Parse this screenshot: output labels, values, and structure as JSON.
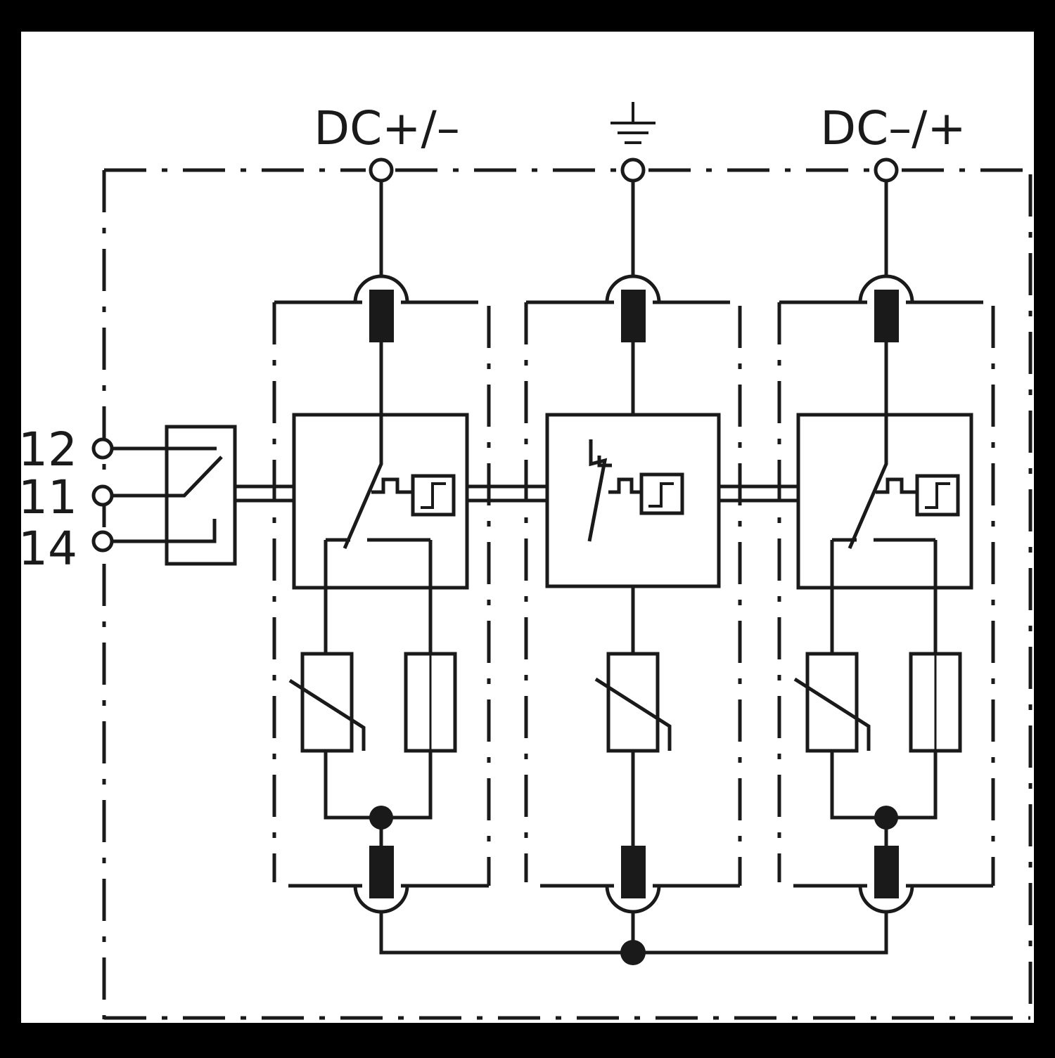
{
  "terminals": {
    "dc_pos_neg": "DC+/–",
    "dc_neg_pos": "DC–/+"
  },
  "contacts": {
    "c12": "12",
    "c11": "11",
    "c14": "14"
  },
  "colors": {
    "outer_border": "#000000",
    "paper": "#ffffff",
    "ink": "#1a1a1a"
  },
  "icons": {
    "ground": "earth-ground-icon",
    "varistor": "varistor-icon",
    "fuse": "fuse-icon",
    "spark_gap": "spark-gap-icon",
    "thermal_switch": "thermal-disconnector-icon",
    "status_relay": "remote-signal-contact-icon"
  }
}
